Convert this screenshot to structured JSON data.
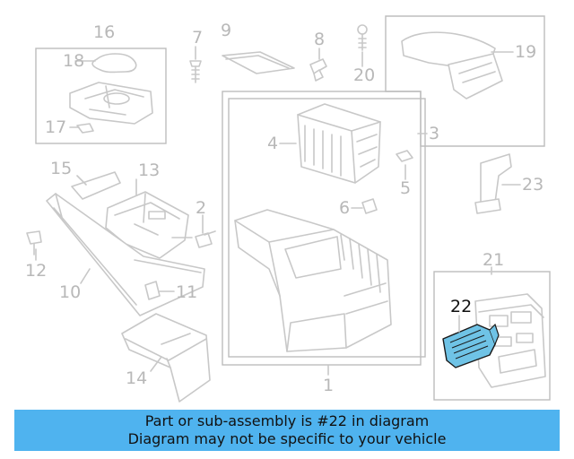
{
  "diagram": {
    "callouts": [
      "1",
      "2",
      "3",
      "4",
      "5",
      "6",
      "7",
      "8",
      "9",
      "10",
      "11",
      "12",
      "13",
      "14",
      "15",
      "16",
      "17",
      "18",
      "19",
      "20",
      "21",
      "22",
      "23"
    ],
    "highlighted": "22",
    "highlight_color": "#6fc3e6",
    "line_color": "#c8c8c8"
  },
  "banner": {
    "line1": "Part or sub-assembly is #22 in diagram",
    "line2": "Diagram may not be specific to your vehicle",
    "background": "#4fb3ef"
  }
}
